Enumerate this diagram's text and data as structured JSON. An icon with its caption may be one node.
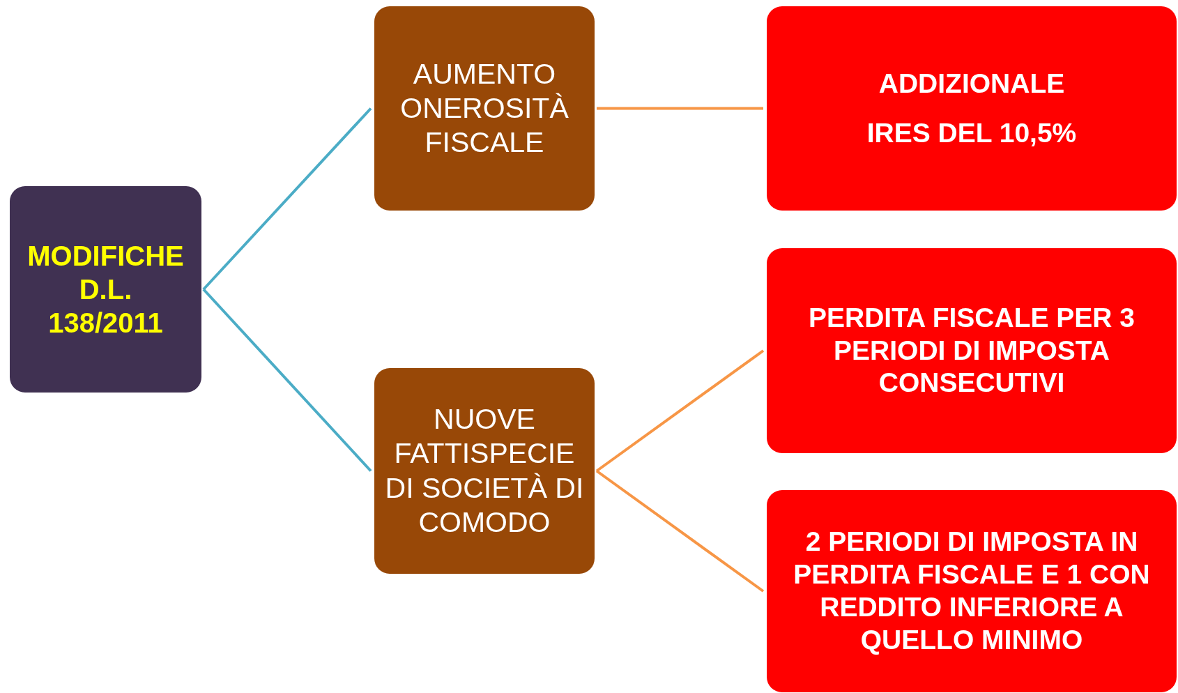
{
  "diagram": {
    "nodes": [
      {
        "text": [
          "MODIFICHE D.L. 138/2011"
        ]
      },
      {
        "text": [
          "AUMENTO ONEROSITÀ FISCALE"
        ]
      },
      {
        "text": [
          "NUOVE FATTISPECIE DI SOCIETÀ DI COMODO"
        ]
      },
      {
        "text": [
          "ADDIZIONALE",
          "IRES DEL 10,5%"
        ]
      },
      {
        "text": [
          "PERDITA FISCALE PER 3 PERIODI DI IMPOSTA CONSECUTIVI"
        ]
      },
      {
        "text": [
          "2 PERIODI DI IMPOSTA IN PERDITA FISCALE E 1 CON REDDITO INFERIORE A QUELLO MINIMO"
        ]
      }
    ],
    "edges": [
      {
        "from": 0,
        "to": 1,
        "arrow": "none",
        "color": "#4bacc6"
      },
      {
        "from": 0,
        "to": 2,
        "arrow": "none",
        "color": "#4bacc6"
      },
      {
        "from": 1,
        "to": 3,
        "arrow": "none"
      },
      {
        "from": 2,
        "to": 4,
        "arrow": "none"
      },
      {
        "from": 2,
        "to": 5,
        "arrow": "none"
      }
    ]
  }
}
